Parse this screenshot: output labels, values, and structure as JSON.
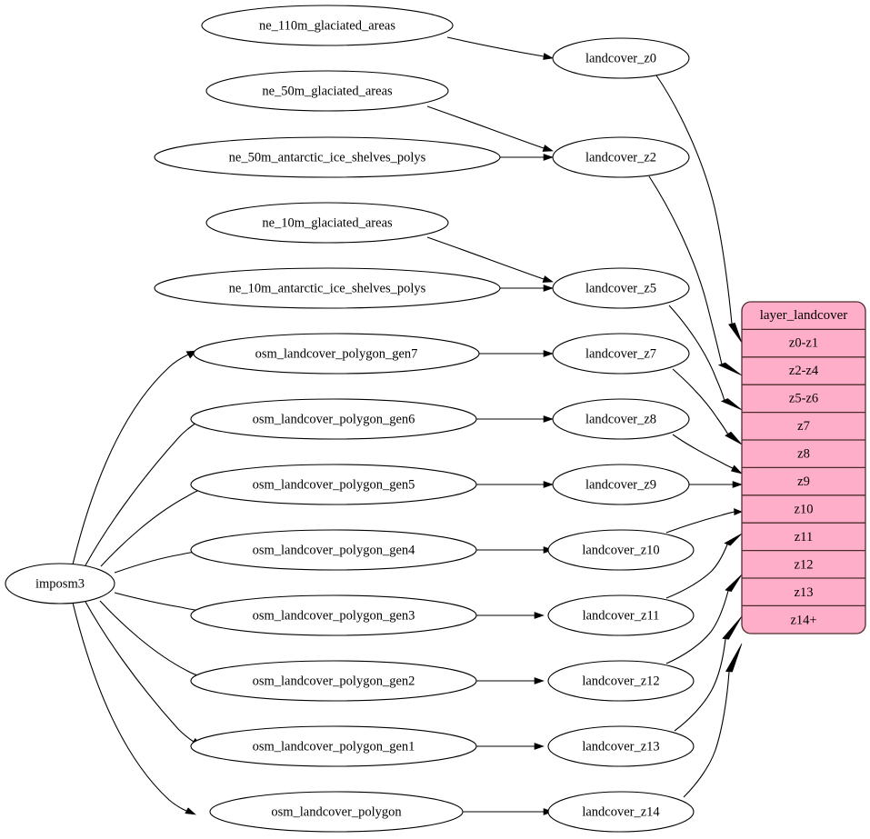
{
  "diagram": {
    "type": "graphviz-digraph",
    "title": "landcover layer dependency graph",
    "background": "#ffffff",
    "node_fill": "#ffffff",
    "node_stroke": "#000000",
    "table_fill": "#ffaec9",
    "table_stroke": "#4d2b2b",
    "source_node": {
      "id": "imposm3",
      "label": "imposm3"
    },
    "natural_earth_sources": [
      {
        "id": "ne_110m_glaciated_areas",
        "label": "ne_110m_glaciated_areas"
      },
      {
        "id": "ne_50m_glaciated_areas",
        "label": "ne_50m_glaciated_areas"
      },
      {
        "id": "ne_50m_antarctic_ice_shelves_polys",
        "label": "ne_50m_antarctic_ice_shelves_polys"
      },
      {
        "id": "ne_10m_glaciated_areas",
        "label": "ne_10m_glaciated_areas"
      },
      {
        "id": "ne_10m_antarctic_ice_shelves_polys",
        "label": "ne_10m_antarctic_ice_shelves_polys"
      }
    ],
    "osm_sources": [
      {
        "id": "osm_landcover_polygon_gen7",
        "label": "osm_landcover_polygon_gen7"
      },
      {
        "id": "osm_landcover_polygon_gen6",
        "label": "osm_landcover_polygon_gen6"
      },
      {
        "id": "osm_landcover_polygon_gen5",
        "label": "osm_landcover_polygon_gen5"
      },
      {
        "id": "osm_landcover_polygon_gen4",
        "label": "osm_landcover_polygon_gen4"
      },
      {
        "id": "osm_landcover_polygon_gen3",
        "label": "osm_landcover_polygon_gen3"
      },
      {
        "id": "osm_landcover_polygon_gen2",
        "label": "osm_landcover_polygon_gen2"
      },
      {
        "id": "osm_landcover_polygon_gen1",
        "label": "osm_landcover_polygon_gen1"
      },
      {
        "id": "osm_landcover_polygon",
        "label": "osm_landcover_polygon"
      }
    ],
    "landcover_nodes": [
      {
        "id": "landcover_z0",
        "label": "landcover_z0"
      },
      {
        "id": "landcover_z2",
        "label": "landcover_z2"
      },
      {
        "id": "landcover_z5",
        "label": "landcover_z5"
      },
      {
        "id": "landcover_z7",
        "label": "landcover_z7"
      },
      {
        "id": "landcover_z8",
        "label": "landcover_z8"
      },
      {
        "id": "landcover_z9",
        "label": "landcover_z9"
      },
      {
        "id": "landcover_z10",
        "label": "landcover_z10"
      },
      {
        "id": "landcover_z11",
        "label": "landcover_z11"
      },
      {
        "id": "landcover_z12",
        "label": "landcover_z12"
      },
      {
        "id": "landcover_z13",
        "label": "landcover_z13"
      },
      {
        "id": "landcover_z14",
        "label": "landcover_z14"
      }
    ],
    "layer_table": {
      "id": "layer_landcover",
      "title": "layer_landcover",
      "rows": [
        {
          "id": "z0-z1",
          "label": "z0-z1"
        },
        {
          "id": "z2-z4",
          "label": "z2-z4"
        },
        {
          "id": "z5-z6",
          "label": "z5-z6"
        },
        {
          "id": "z7",
          "label": "z7"
        },
        {
          "id": "z8",
          "label": "z8"
        },
        {
          "id": "z9",
          "label": "z9"
        },
        {
          "id": "z10",
          "label": "z10"
        },
        {
          "id": "z11",
          "label": "z11"
        },
        {
          "id": "z12",
          "label": "z12"
        },
        {
          "id": "z13",
          "label": "z13"
        },
        {
          "id": "z14+",
          "label": "z14+"
        }
      ]
    },
    "edges": [
      {
        "from": "ne_110m_glaciated_areas",
        "to": "landcover_z0"
      },
      {
        "from": "ne_50m_glaciated_areas",
        "to": "landcover_z2"
      },
      {
        "from": "ne_50m_antarctic_ice_shelves_polys",
        "to": "landcover_z2"
      },
      {
        "from": "ne_10m_glaciated_areas",
        "to": "landcover_z5"
      },
      {
        "from": "ne_10m_antarctic_ice_shelves_polys",
        "to": "landcover_z5"
      },
      {
        "from": "imposm3",
        "to": "osm_landcover_polygon_gen7"
      },
      {
        "from": "imposm3",
        "to": "osm_landcover_polygon_gen6"
      },
      {
        "from": "imposm3",
        "to": "osm_landcover_polygon_gen5"
      },
      {
        "from": "imposm3",
        "to": "osm_landcover_polygon_gen4"
      },
      {
        "from": "imposm3",
        "to": "osm_landcover_polygon_gen3"
      },
      {
        "from": "imposm3",
        "to": "osm_landcover_polygon_gen2"
      },
      {
        "from": "imposm3",
        "to": "osm_landcover_polygon_gen1"
      },
      {
        "from": "imposm3",
        "to": "osm_landcover_polygon"
      },
      {
        "from": "osm_landcover_polygon_gen7",
        "to": "landcover_z7"
      },
      {
        "from": "osm_landcover_polygon_gen6",
        "to": "landcover_z8"
      },
      {
        "from": "osm_landcover_polygon_gen5",
        "to": "landcover_z9"
      },
      {
        "from": "osm_landcover_polygon_gen4",
        "to": "landcover_z10"
      },
      {
        "from": "osm_landcover_polygon_gen3",
        "to": "landcover_z11"
      },
      {
        "from": "osm_landcover_polygon_gen2",
        "to": "landcover_z12"
      },
      {
        "from": "osm_landcover_polygon_gen1",
        "to": "landcover_z13"
      },
      {
        "from": "osm_landcover_polygon",
        "to": "landcover_z14"
      },
      {
        "from": "landcover_z0",
        "to": "z0-z1"
      },
      {
        "from": "landcover_z2",
        "to": "z2-z4"
      },
      {
        "from": "landcover_z5",
        "to": "z5-z6"
      },
      {
        "from": "landcover_z7",
        "to": "z7"
      },
      {
        "from": "landcover_z8",
        "to": "z8"
      },
      {
        "from": "landcover_z9",
        "to": "z9"
      },
      {
        "from": "landcover_z10",
        "to": "z10"
      },
      {
        "from": "landcover_z11",
        "to": "z11"
      },
      {
        "from": "landcover_z12",
        "to": "z12"
      },
      {
        "from": "landcover_z13",
        "to": "z13"
      },
      {
        "from": "landcover_z14",
        "to": "z14+"
      }
    ]
  }
}
